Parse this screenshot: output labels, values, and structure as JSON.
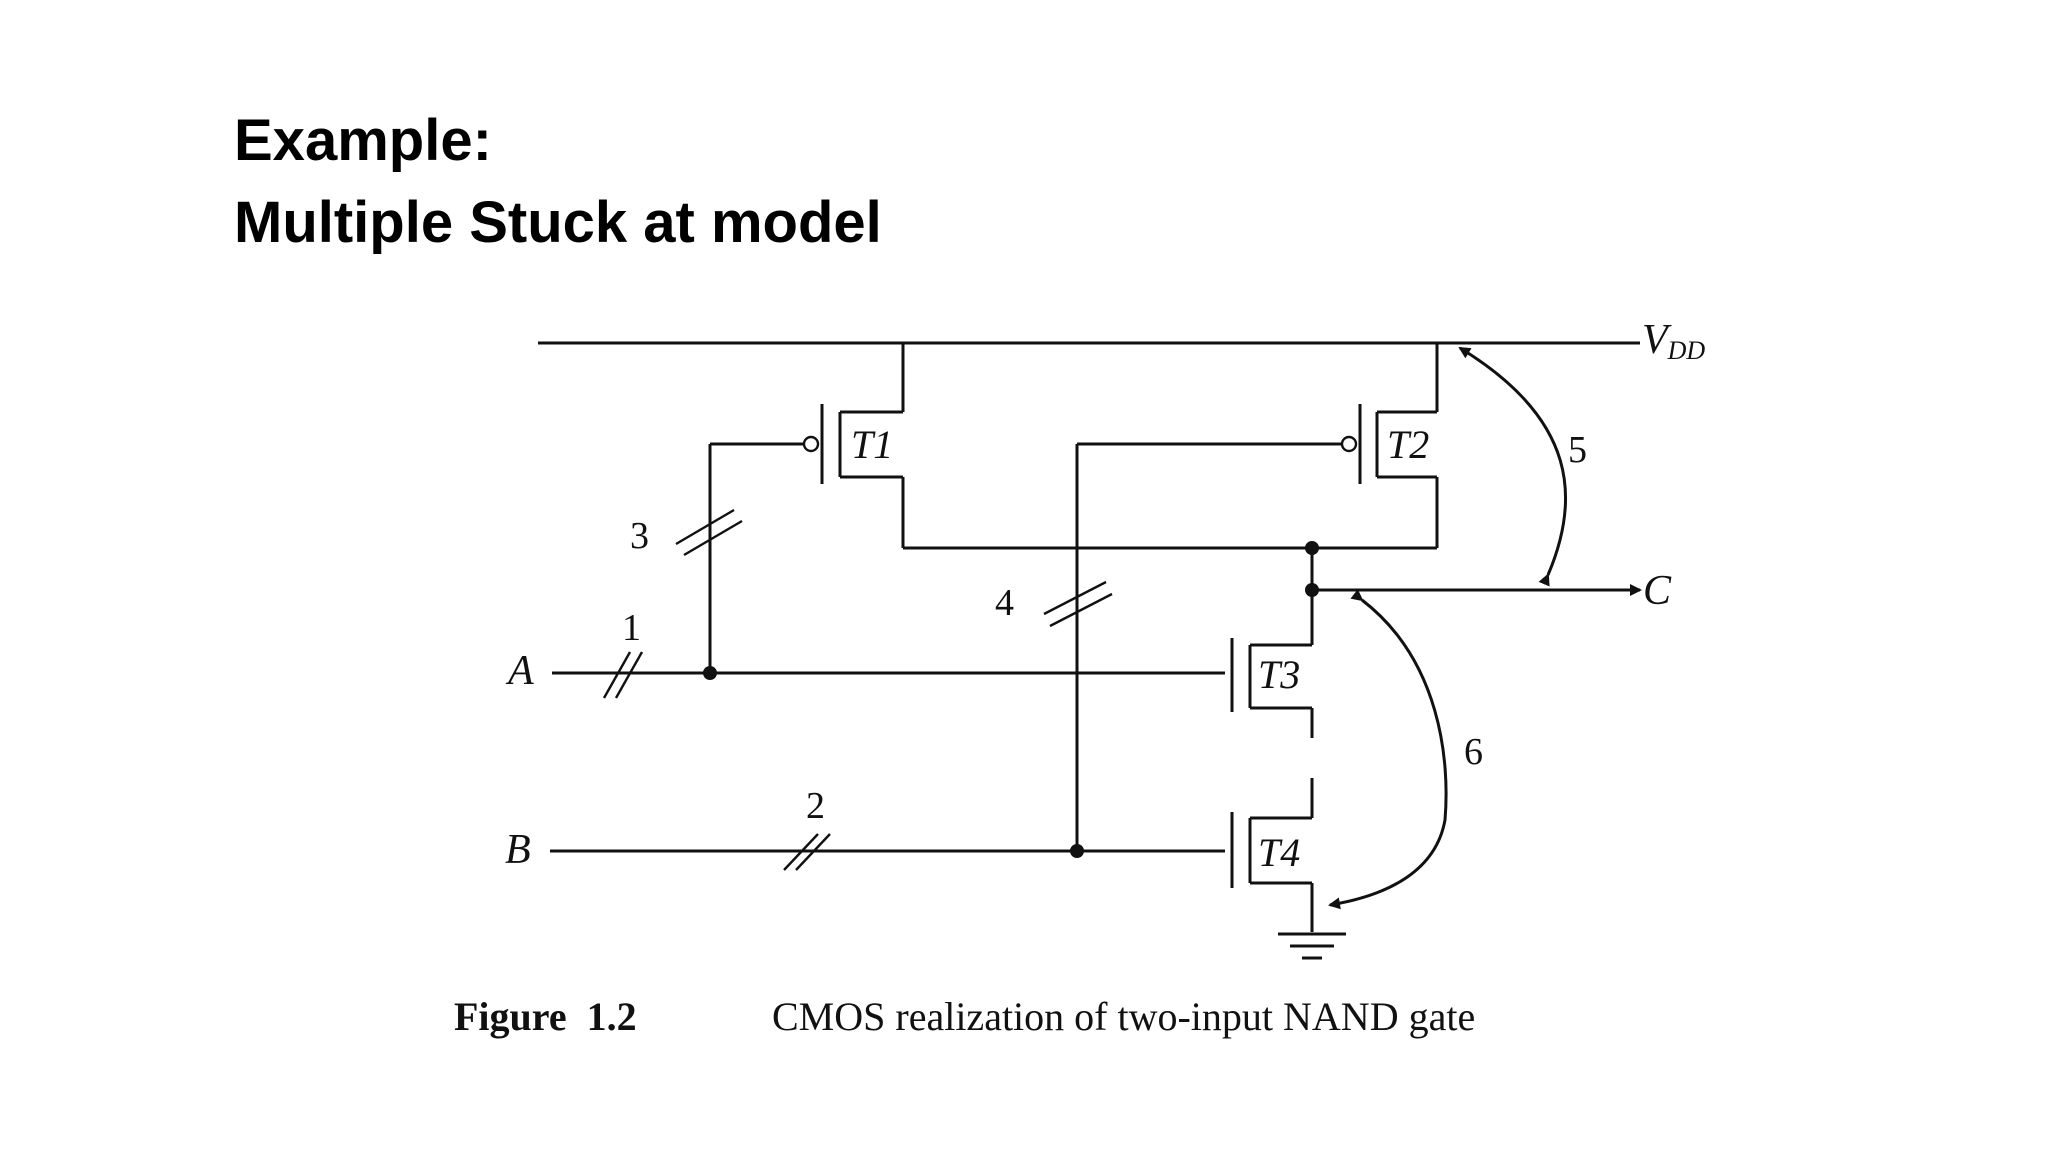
{
  "slide": {
    "title_line1": "Example:",
    "title_line2": "Multiple Stuck at model"
  },
  "diagram": {
    "supply_label": "V",
    "supply_subscript": "DD",
    "output_label": "C",
    "input_a_label": "A",
    "input_b_label": "B",
    "transistors": [
      "T1",
      "T2",
      "T3",
      "T4"
    ],
    "fault_labels": [
      "1",
      "2",
      "3",
      "4",
      "5",
      "6"
    ]
  },
  "caption": {
    "figure_number": "Figure  1.2",
    "text": "CMOS realization of two-input NAND gate"
  },
  "colors": {
    "ink": "#111111",
    "background": "#ffffff"
  }
}
